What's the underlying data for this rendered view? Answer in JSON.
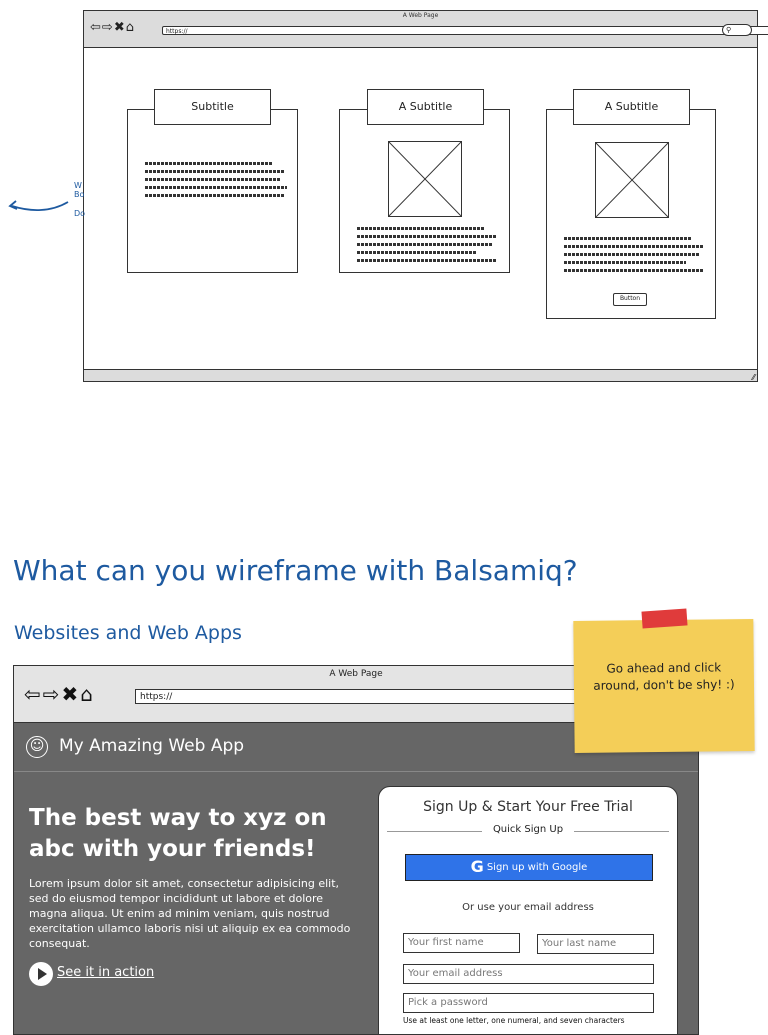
{
  "top_mockup": {
    "window_title": "A Web Page",
    "url": "https://",
    "search_icon": "search-icon",
    "cards": [
      {
        "title": "Subtitle"
      },
      {
        "title": "A Subtitle"
      },
      {
        "title": "A Subtitle",
        "button": "Button"
      }
    ]
  },
  "side_fragments": {
    "line1": "W",
    "line2": "Bo",
    "line3": "Do"
  },
  "section": {
    "heading": "What can you wireframe with Balsamiq?",
    "subheading": "Websites and Web Apps"
  },
  "app_mockup": {
    "window_title": "A Web Page",
    "url": "https://",
    "app_name": "My Amazing Web App",
    "hero_title": "The best way to xyz on abc with your friends!",
    "hero_body": "Lorem ipsum dolor sit amet, consectetur adipisicing elit, sed do eiusmod tempor incididunt ut labore et dolore magna aliqua. Ut enim ad minim veniam, quis nostrud exercitation ullamco laboris nisi ut aliquip ex ea commodo consequat.",
    "see_link": "See it in action",
    "signup": {
      "title": "Sign Up & Start Your Free Trial",
      "quick": "Quick Sign Up",
      "google_letter": "G",
      "google_button": "Sign up with Google",
      "or_text": "Or use your email address",
      "first_name": "Your first name",
      "last_name": "Your last name",
      "email": "Your email address",
      "password": "Pick a password",
      "password_hint": "Use at least one letter, one numeral, and seven characters"
    }
  },
  "sticky_note": {
    "text": "Go ahead and click around, don't be shy! :)"
  },
  "colors": {
    "heading_blue": "#1e5aa0",
    "app_bg": "#666666",
    "google_blue": "#2f73e8",
    "sticky_yellow": "#f4ce58",
    "tape_red": "#e03b3b"
  }
}
